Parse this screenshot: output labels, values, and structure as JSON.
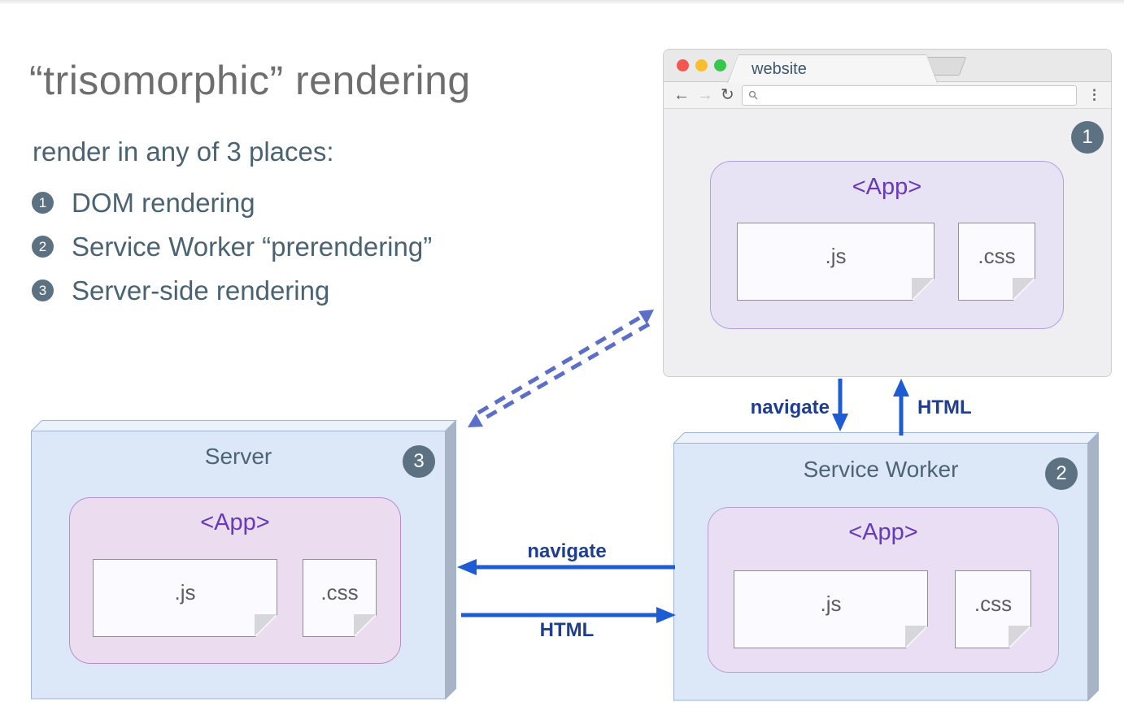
{
  "slide": {
    "title": "“trisomorphic” rendering",
    "subtitle": "render in any of 3 places:",
    "list": [
      {
        "num": "1",
        "label": "DOM rendering"
      },
      {
        "num": "2",
        "label": "Service Worker “prerendering”"
      },
      {
        "num": "3",
        "label": "Server-side rendering"
      }
    ]
  },
  "browser": {
    "tab_title": "website",
    "url_value": "",
    "badge": "1",
    "app": {
      "title": "<App>",
      "js_label": ".js",
      "css_label": ".css"
    }
  },
  "service_worker": {
    "title": "Service Worker",
    "badge": "2",
    "app": {
      "title": "<App>",
      "js_label": ".js",
      "css_label": ".css"
    }
  },
  "server": {
    "title": "Server",
    "badge": "3",
    "app": {
      "title": "<App>",
      "js_label": ".js",
      "css_label": ".css"
    }
  },
  "arrows": {
    "navigate_down": "navigate",
    "html_up": "HTML",
    "navigate_left": "navigate",
    "html_right": "HTML"
  },
  "colors": {
    "arrow_blue": "#1d5cd3",
    "arrow_label_navy": "#1f3e8f",
    "dashed_indigo": "#5c6fc8",
    "app_purple": "#673ab7",
    "slate_text": "#4a6373",
    "badge_slate": "#5c7283",
    "box_face_blue": "#dce8f8",
    "box_top_blue": "#ecf2fc",
    "box_side_gray": "#a8b3c6"
  }
}
